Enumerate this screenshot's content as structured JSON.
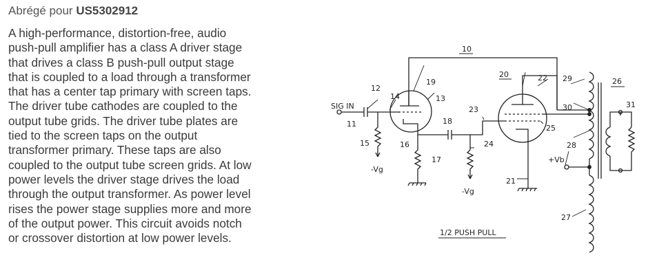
{
  "header": {
    "prefix": "Abrégé pour",
    "patent_number": "US5302912"
  },
  "abstract": {
    "lines": [
      "A high-performance, distortion-free, audio",
      "push-pull amplifier has a class A driver stage",
      "that drives a class B push-pull output stage",
      "that is coupled to a load through a transformer",
      "that has a center tap primary with screen taps.",
      "The driver tube cathodes are coupled to the",
      "output tube grids. The driver tube plates are",
      "tied to the screen taps on the output",
      "transformer primary. These taps are also",
      "coupled to the output tube screen grids. At low",
      "power levels the driver stage drives the load",
      "through the output transformer. As power level",
      "rises the power stage supplies more and more",
      "of the output power. This circuit avoids notch",
      "or crossover distortion at low power levels."
    ]
  },
  "figure": {
    "caption": "1/2 PUSH PULL",
    "labels": {
      "l10": "10",
      "l11": "11",
      "l12": "12",
      "l13": "13",
      "l14": "14",
      "l15": "15",
      "l16": "16",
      "l17": "17",
      "l18": "18",
      "l19": "19",
      "l20": "20",
      "l21": "21",
      "l22": "22",
      "l23": "23",
      "l24": "24",
      "l25": "25",
      "l26": "26",
      "l27": "27",
      "l28": "28",
      "l29": "29",
      "l30": "30",
      "l31": "31",
      "sig_in": "SIG IN",
      "vg1": "-Vg",
      "vg2": "-Vg",
      "vb": "+Vb"
    }
  }
}
